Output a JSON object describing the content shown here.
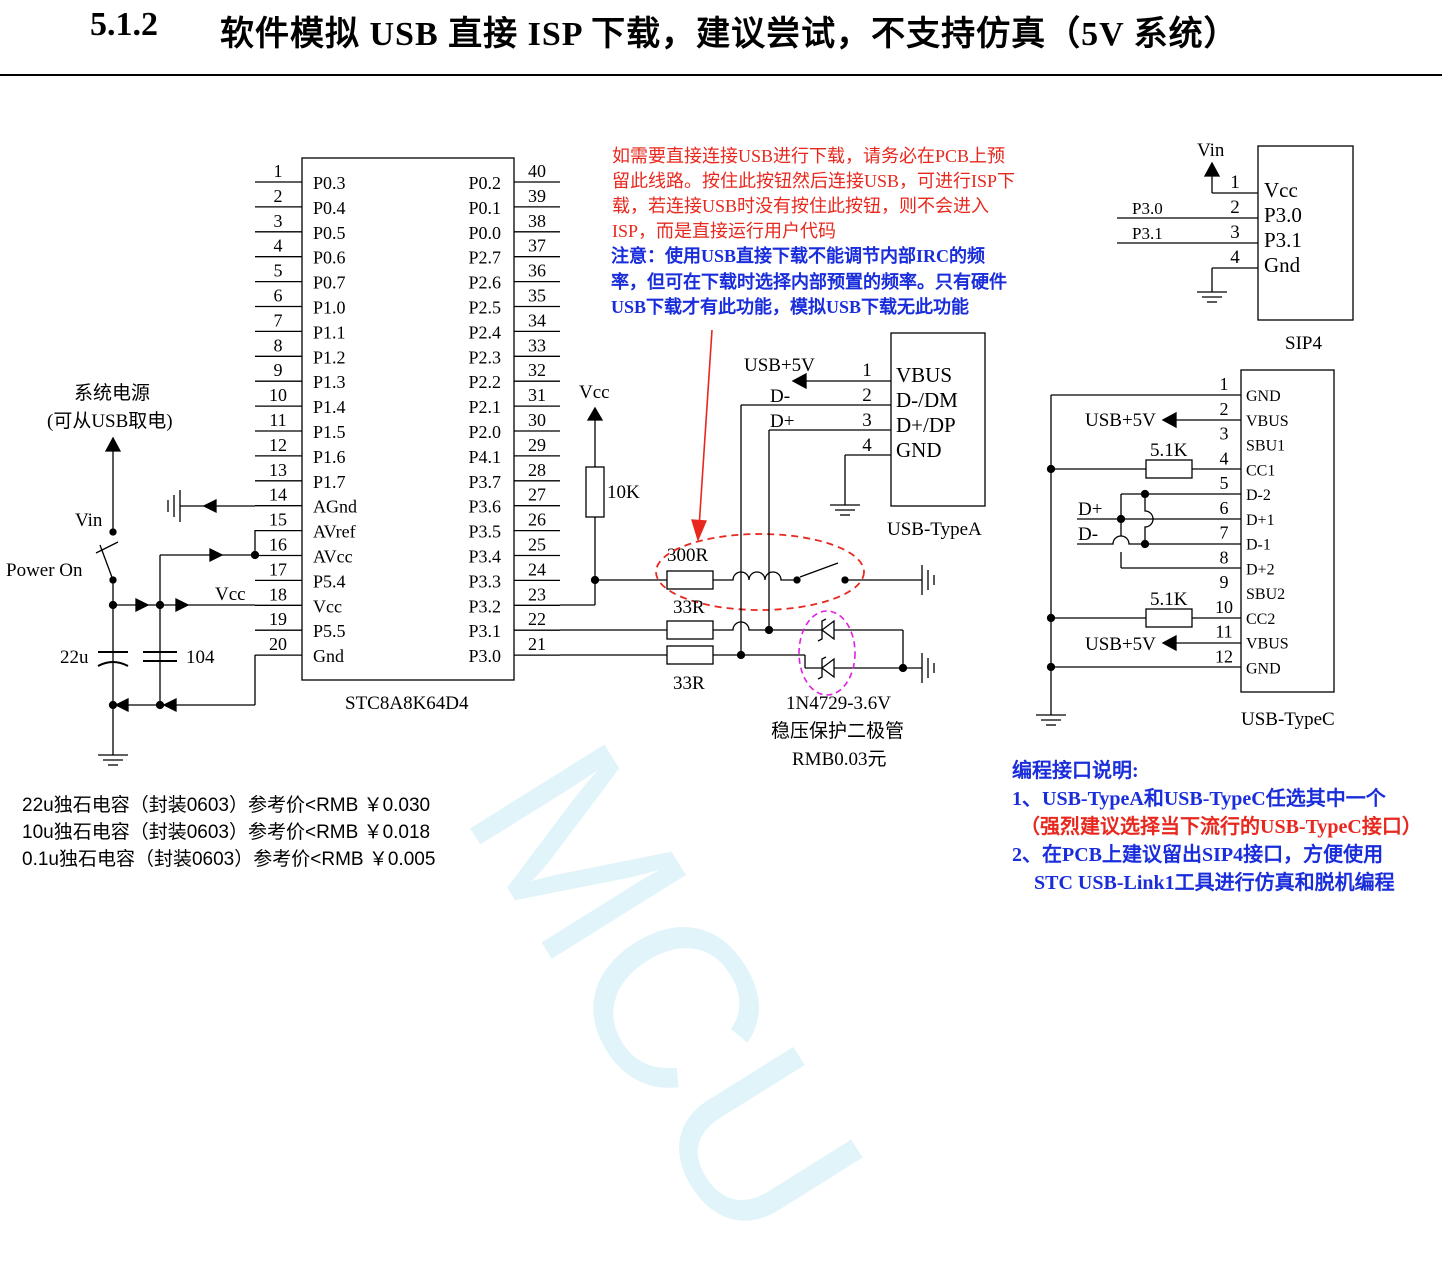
{
  "title": {
    "number": "5.1.2",
    "text": "软件模拟 USB 直接 ISP 下载，建议尝试，不支持仿真（5V 系统）"
  },
  "mcu": {
    "name": "STC8A8K64D4",
    "left_pins": [
      {
        "num": "1",
        "name": "P0.3"
      },
      {
        "num": "2",
        "name": "P0.4"
      },
      {
        "num": "3",
        "name": "P0.5"
      },
      {
        "num": "4",
        "name": "P0.6"
      },
      {
        "num": "5",
        "name": "P0.7"
      },
      {
        "num": "6",
        "name": "P1.0"
      },
      {
        "num": "7",
        "name": "P1.1"
      },
      {
        "num": "8",
        "name": "P1.2"
      },
      {
        "num": "9",
        "name": "P1.3"
      },
      {
        "num": "10",
        "name": "P1.4"
      },
      {
        "num": "11",
        "name": "P1.5"
      },
      {
        "num": "12",
        "name": "P1.6"
      },
      {
        "num": "13",
        "name": "P1.7"
      },
      {
        "num": "14",
        "name": "AGnd"
      },
      {
        "num": "15",
        "name": "AVref"
      },
      {
        "num": "16",
        "name": "AVcc"
      },
      {
        "num": "17",
        "name": "P5.4"
      },
      {
        "num": "18",
        "name": "Vcc"
      },
      {
        "num": "19",
        "name": "P5.5"
      },
      {
        "num": "20",
        "name": "Gnd"
      }
    ],
    "right_pins": [
      {
        "num": "40",
        "name": "P0.2"
      },
      {
        "num": "39",
        "name": "P0.1"
      },
      {
        "num": "38",
        "name": "P0.0"
      },
      {
        "num": "37",
        "name": "P2.7"
      },
      {
        "num": "36",
        "name": "P2.6"
      },
      {
        "num": "35",
        "name": "P2.5"
      },
      {
        "num": "34",
        "name": "P2.4"
      },
      {
        "num": "33",
        "name": "P2.3"
      },
      {
        "num": "32",
        "name": "P2.2"
      },
      {
        "num": "31",
        "name": "P2.1"
      },
      {
        "num": "30",
        "name": "P2.0"
      },
      {
        "num": "29",
        "name": "P4.1"
      },
      {
        "num": "28",
        "name": "P3.7"
      },
      {
        "num": "27",
        "name": "P3.6"
      },
      {
        "num": "26",
        "name": "P3.5"
      },
      {
        "num": "25",
        "name": "P3.4"
      },
      {
        "num": "24",
        "name": "P3.3"
      },
      {
        "num": "23",
        "name": "P3.2"
      },
      {
        "num": "22",
        "name": "P3.1"
      },
      {
        "num": "21",
        "name": "P3.0"
      }
    ]
  },
  "power": {
    "system_label": "系统电源",
    "system_sub": "(可从USB取电)",
    "vin": "Vin",
    "power_on": "Power On",
    "vcc": "Vcc",
    "cap1": "22u",
    "cap2": "104"
  },
  "pullup": {
    "vcc": "Vcc",
    "resistor": "10K"
  },
  "resistors": {
    "r1": "300R",
    "r2": "33R",
    "r3": "33R"
  },
  "diode": {
    "part": "1N4729-3.6V",
    "desc": "稳压保护二极管",
    "price": "RMB0.03元"
  },
  "notes": {
    "red": [
      "如需要直接连接USB进行下载，请务必在PCB上预",
      "留此线路。按住此按钮然后连接USB，可进行ISP下",
      "载，若连接USB时没有按住此按钮，则不会进入",
      "ISP，而是直接运行用户代码"
    ],
    "blue": [
      "注意：使用USB直接下载不能调节内部IRC的频",
      "率，但可在下载时选择内部预置的频率。只有硬件",
      "USB下载才有此功能，模拟USB下载无此功能"
    ]
  },
  "usb_a": {
    "name": "USB-TypeA",
    "supply": "USB+5V",
    "dm_net": "D-",
    "dp_net": "D+",
    "pins": [
      {
        "num": "1",
        "name": "VBUS"
      },
      {
        "num": "2",
        "name": "D-/DM"
      },
      {
        "num": "3",
        "name": "D+/DP"
      },
      {
        "num": "4",
        "name": "GND"
      }
    ]
  },
  "sip4": {
    "name": "SIP4",
    "vin": "Vin",
    "nets": [
      "P3.0",
      "P3.1"
    ],
    "pins": [
      {
        "num": "1",
        "name": "Vcc"
      },
      {
        "num": "2",
        "name": "P3.0"
      },
      {
        "num": "3",
        "name": "P3.1"
      },
      {
        "num": "4",
        "name": "Gnd"
      }
    ]
  },
  "usb_c": {
    "name": "USB-TypeC",
    "supply1": "USB+5V",
    "supply2": "USB+5V",
    "r1": "5.1K",
    "r2": "5.1K",
    "dp_net": "D+",
    "dm_net": "D-",
    "pins": [
      {
        "num": "1",
        "name": "GND"
      },
      {
        "num": "2",
        "name": "VBUS"
      },
      {
        "num": "3",
        "name": "SBU1"
      },
      {
        "num": "4",
        "name": "CC1"
      },
      {
        "num": "5",
        "name": "D-2"
      },
      {
        "num": "6",
        "name": "D+1"
      },
      {
        "num": "7",
        "name": "D-1"
      },
      {
        "num": "8",
        "name": "D+2"
      },
      {
        "num": "9",
        "name": "SBU2"
      },
      {
        "num": "10",
        "name": "CC2"
      },
      {
        "num": "11",
        "name": "VBUS"
      },
      {
        "num": "12",
        "name": "GND"
      }
    ]
  },
  "prices": [
    "22u独石电容（封装0603）参考价<RMB ￥0.030",
    "10u独石电容（封装0603）参考价<RMB ￥0.018",
    "0.1u独石电容（封装0603）参考价<RMB ￥0.005"
  ],
  "programming": {
    "title": "编程接口说明:",
    "line1": "1、USB-TypeA和USB-TypeC任选其中一个",
    "line1b": "（强烈建议选择当下流行的USB-TypeC接口）",
    "line2": "2、在PCB上建议留出SIP4接口，方便使用",
    "line2b": "STC USB-Link1工具进行仿真和脱机编程"
  },
  "watermark": "MCU",
  "colors": {
    "note_red": "#e8281e",
    "note_blue": "#1a2ddb",
    "highlight_red": "#e8281e",
    "highlight_magenta": "#e020e0",
    "watermark": "#c7ecf5"
  }
}
